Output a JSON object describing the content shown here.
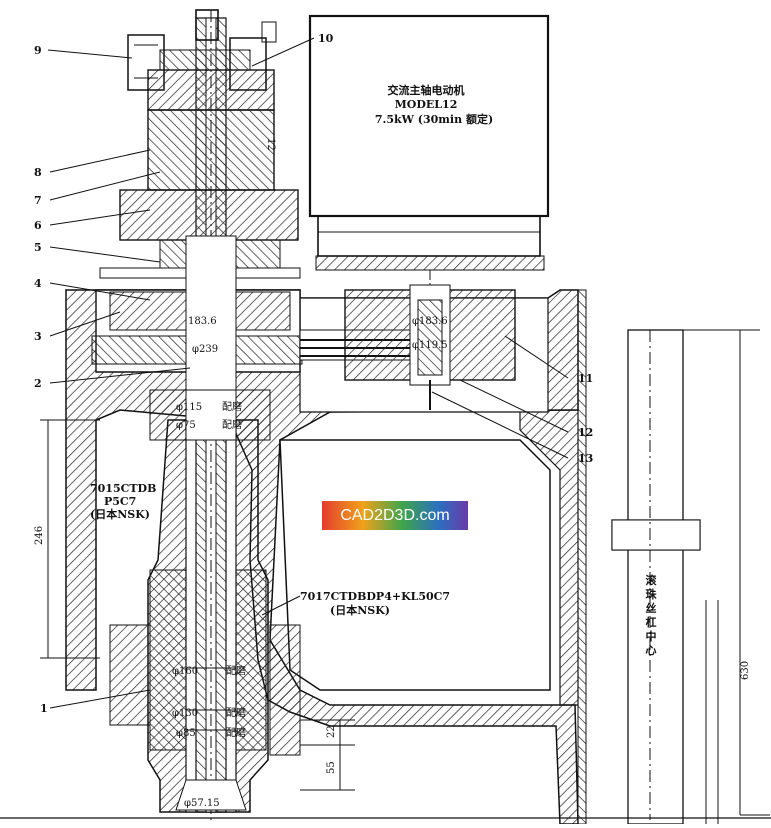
{
  "motor": {
    "title": "交流主轴电动机",
    "model": "MODEL12",
    "power": "7.5kW (30min 额定)"
  },
  "part_numbers": [
    "1",
    "2",
    "3",
    "4",
    "5",
    "6",
    "7",
    "8",
    "9",
    "10",
    "11",
    "12",
    "13"
  ],
  "dimensions": {
    "d183_6": "183.6",
    "d239": "φ239",
    "d115": "φ115",
    "d75": "φ75",
    "peimo": "配磨",
    "d160": "φ160",
    "d130": "φ130",
    "d85": "φ85",
    "d57": "φ57.15",
    "d183_6b": "φ183.6",
    "d119_5": "φ119.5",
    "v246": "246",
    "v22": "22",
    "v55": "55",
    "v630": "630",
    "v12": "12"
  },
  "bearings": {
    "upper": [
      "7015CTDB",
      "P5C7",
      "(日本NSK)"
    ],
    "lower": [
      "7017CTDBDP4+KL50C7",
      "(日本NSK)"
    ]
  },
  "screw_center": [
    "滚",
    "珠",
    "丝",
    "杠",
    "中",
    "心"
  ],
  "watermark": "CAD2D3D.com",
  "colors": {
    "line": "#111111",
    "hatch": "#222222"
  }
}
